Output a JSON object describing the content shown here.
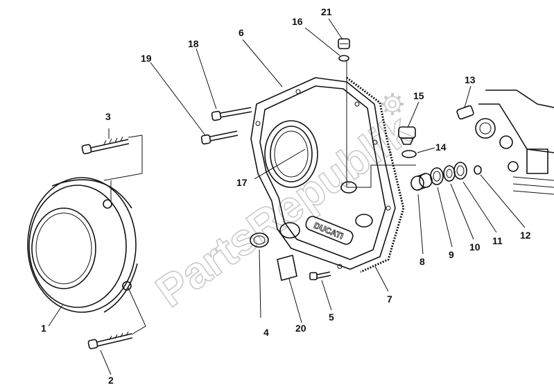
{
  "watermark": {
    "text": "PartsRepublik"
  },
  "cover_logo": {
    "text": "DUCATI"
  },
  "callouts": {
    "c1": "1",
    "c2": "2",
    "c3": "3",
    "c4": "4",
    "c5": "5",
    "c6": "6",
    "c7": "7",
    "c8": "8",
    "c9": "9",
    "c10": "10",
    "c11": "11",
    "c12": "12",
    "c13": "13",
    "c14": "14",
    "c15": "15",
    "c16": "16",
    "c17": "17",
    "c18": "18",
    "c19": "19",
    "c20": "20",
    "c21": "21"
  }
}
